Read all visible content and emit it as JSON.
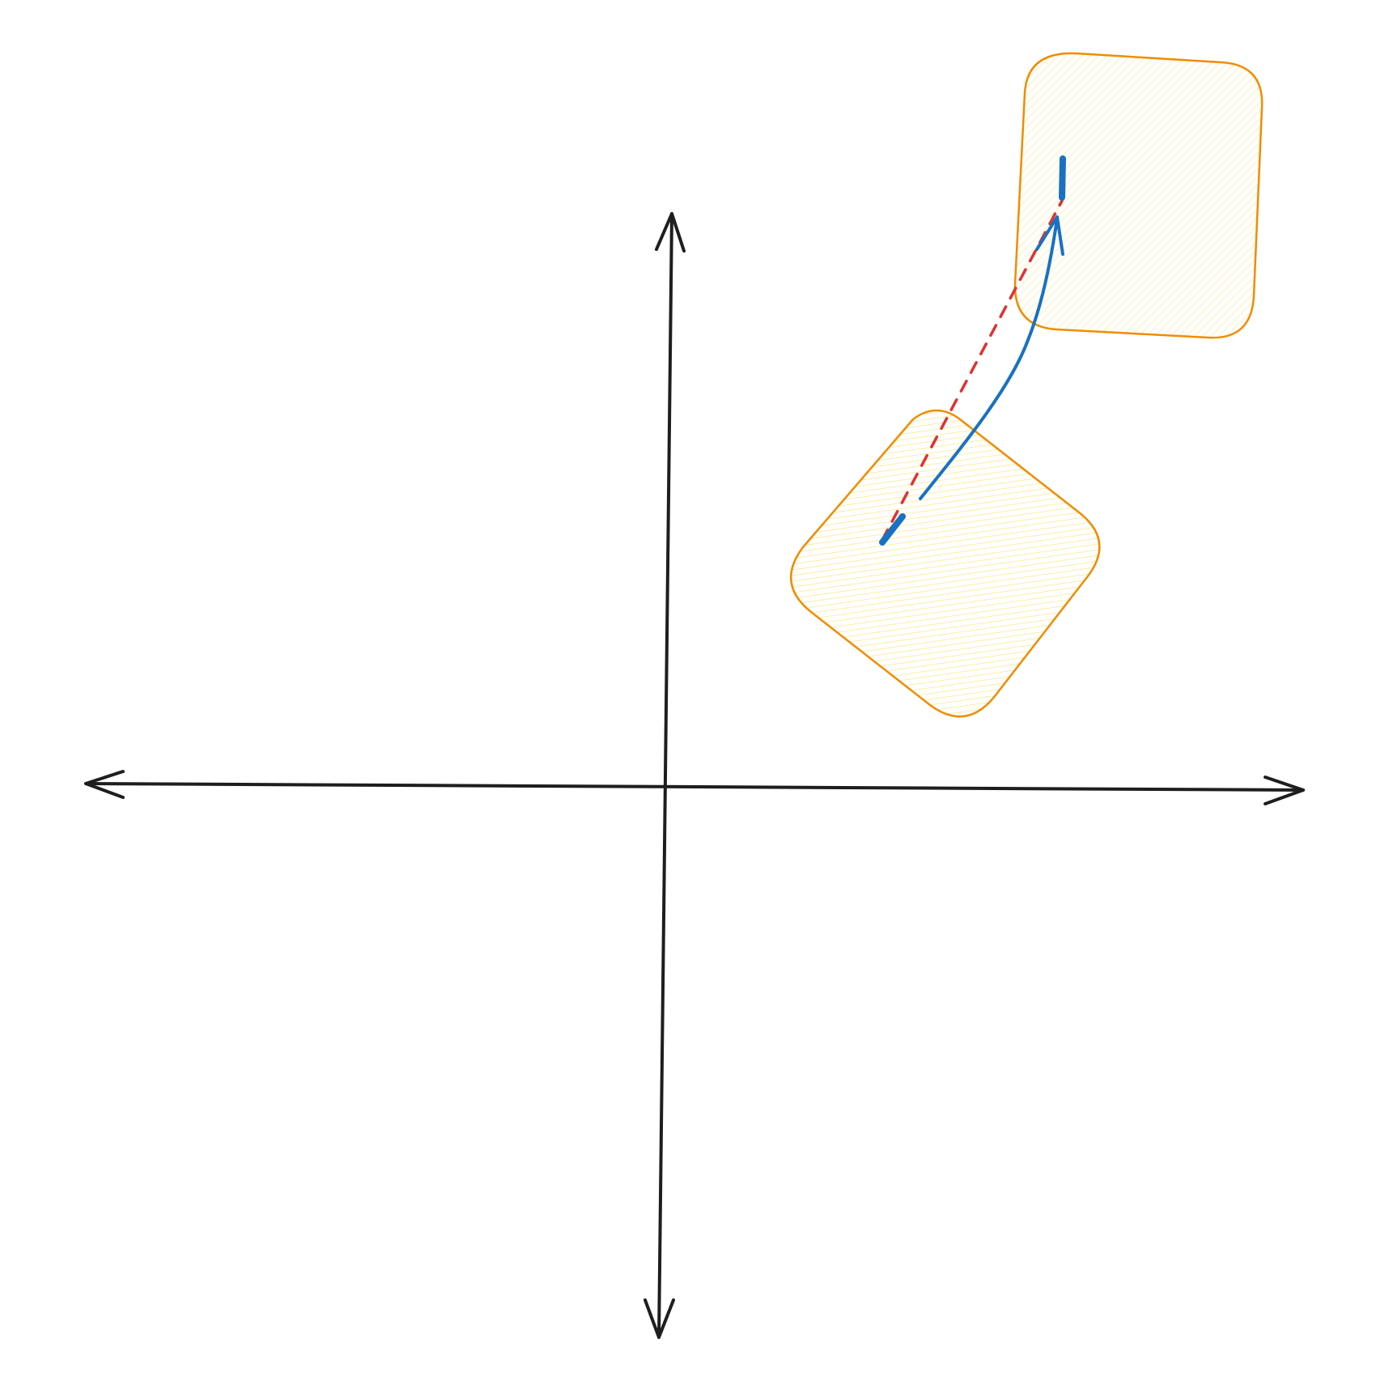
{
  "diagram": {
    "background_color": "#ffffff",
    "axis_color": "#1e1e1e",
    "shape_stroke_color": "#f08c00",
    "shape_fill_color": "#ffec99",
    "motion_path_color": "#1971c2",
    "displacement_line_color": "#e03131",
    "shapes": [
      {
        "name": "rotated-rounded-square",
        "state": "before",
        "rotation_degrees": 38
      },
      {
        "name": "upright-rounded-square",
        "state": "after",
        "rotation_degrees": 2
      }
    ],
    "lines": {
      "displacement": {
        "style": "dashed"
      },
      "motion_path": {
        "style": "solid",
        "arrowhead": true
      }
    }
  }
}
